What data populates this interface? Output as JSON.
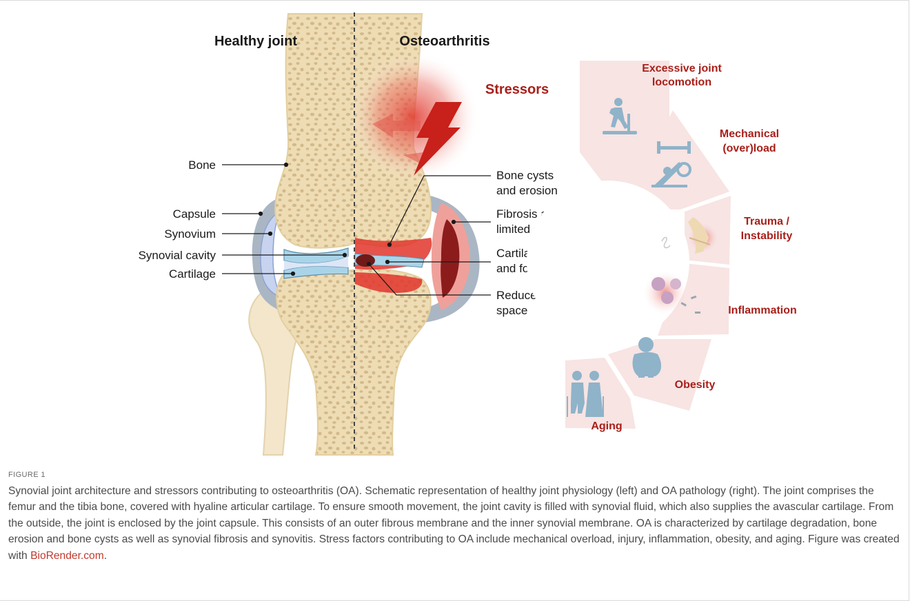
{
  "panels": {
    "healthy_title": "Healthy joint",
    "oa_title": "Osteoarthritis",
    "stressors_title": "Stressors"
  },
  "left_labels": [
    "Bone",
    "Capsule",
    "Synovium",
    "Synovial cavity",
    "Cartilage"
  ],
  "right_labels": [
    [
      "Bone cysts",
      "and erosion"
    ],
    [
      "Fibrosis and",
      "limited synovitis"
    ],
    [
      "Cartilage degradation",
      "and focal lesions"
    ],
    [
      "Reduced joint",
      "space"
    ]
  ],
  "stressors": [
    {
      "lines": [
        "Excessive joint",
        "locomotion"
      ],
      "icon": "treadmill-runner-icon"
    },
    {
      "lines": [
        "Mechanical",
        "(over)load"
      ],
      "icon": "leg-press-machine-icon"
    },
    {
      "lines": [
        "Trauma /",
        "Instability"
      ],
      "icon": "injured-knee-icon"
    },
    {
      "lines": [
        "Inflammation"
      ],
      "icon": "immune-cells-icon"
    },
    {
      "lines": [
        "Obesity"
      ],
      "icon": "obese-person-icon"
    },
    {
      "lines": [
        "Aging"
      ],
      "icon": "elderly-couple-icon"
    }
  ],
  "colors": {
    "bone": "#eedcb4",
    "bone_spots": "#d3b98a",
    "capsule": "#aab6c3",
    "synovium": "#c7d3ef",
    "cartilage": "#a9d4e8",
    "inflammation": "#e0352c",
    "stressor_text": "#a8201a",
    "wedge": "#f7e4e3",
    "icon": "#8fb3c9"
  },
  "caption": {
    "label": "FIGURE 1",
    "text": "Synovial joint architecture and stressors contributing to osteoarthritis (OA). Schematic representation of healthy joint physiology (left) and OA pathology (right). The joint comprises the femur and the tibia bone, covered with hyaline articular cartilage. To ensure smooth movement, the joint cavity is filled with synovial fluid, which also supplies the avascular cartilage. From the outside, the joint is enclosed by the joint capsule. This consists of an outer fibrous membrane and the inner synovial membrane. OA is characterized by cartilage degradation, bone erosion and bone cysts as well as synovial fibrosis and synovitis. Stress factors contributing to OA include mechanical overload, injury, inflammation, obesity, and aging. Figure was created with ",
    "link": "BioRender.com",
    "end": "."
  }
}
